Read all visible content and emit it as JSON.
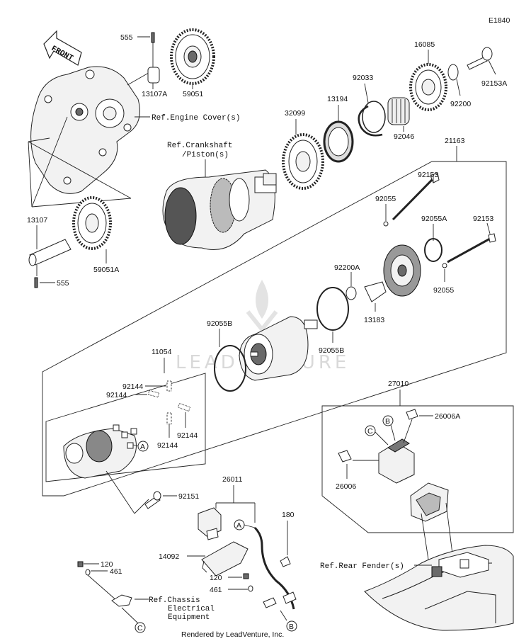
{
  "diagram_code": "E1840",
  "front_label": "FRONT",
  "watermark": "LEADVENTURE",
  "footer": "Rendered by LeadVenture, Inc.",
  "refs": {
    "engine_cover": "Ref.Engine Cover(s)",
    "crankshaft_1": "Ref.Crankshaft",
    "crankshaft_2": "/Piston(s)",
    "rear_fender": "Ref.Rear Fender(s)",
    "chassis_1": "Ref.Chassis",
    "chassis_2": "Electrical",
    "chassis_3": "Equipment"
  },
  "connectors": {
    "a": "A",
    "b": "B",
    "c": "C"
  },
  "parts": {
    "p555_top": "555",
    "p13107A": "13107A",
    "p59051": "59051",
    "p13107": "13107",
    "p555_bottom": "555",
    "p59051A": "59051A",
    "p32099": "32099",
    "p13194": "13194",
    "p92033": "92033",
    "p16085": "16085",
    "p92153A": "92153A",
    "p92200": "92200",
    "p92046": "92046",
    "p21163": "21163",
    "p92153_a": "92153",
    "p92055_a": "92055",
    "p92055A": "92055A",
    "p92153_b": "92153",
    "p92055_b": "92055",
    "p92200A": "92200A",
    "p13183": "13183",
    "p92055B_a": "92055B",
    "p92055B_b": "92055B",
    "p11054": "11054",
    "p92144_a": "92144",
    "p92144_b": "92144",
    "p92144_c": "92144",
    "p92144_d": "92144",
    "p92151": "92151",
    "p26011": "26011",
    "p180": "180",
    "p14092": "14092",
    "p120_a": "120",
    "p461_a": "461",
    "p120_b": "120",
    "p461_b": "461",
    "p27010": "27010",
    "p26006A": "26006A",
    "p26006": "26006"
  }
}
